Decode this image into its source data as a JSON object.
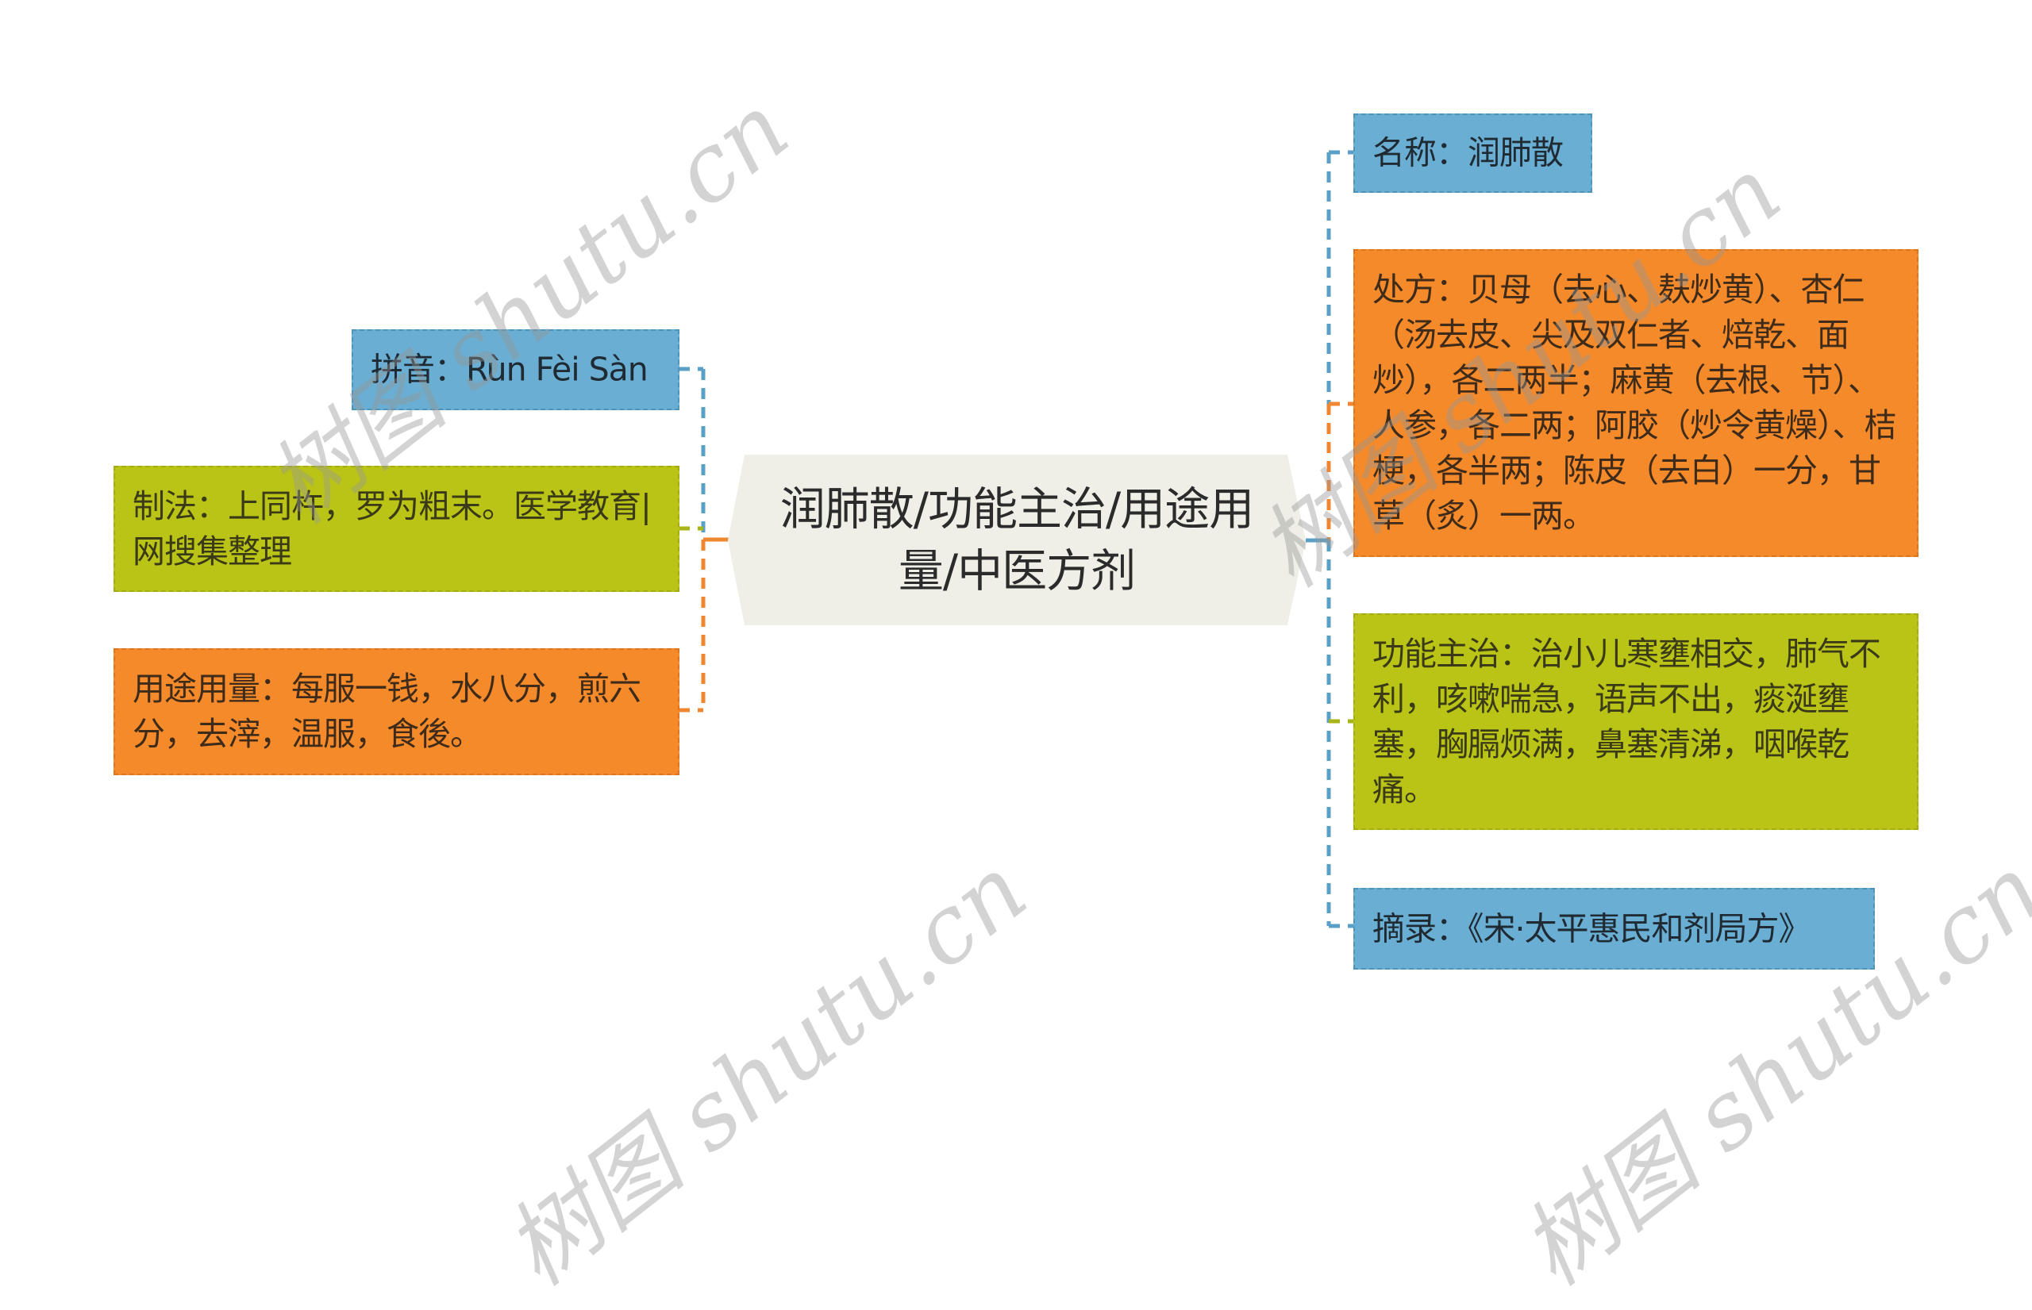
{
  "center": {
    "title": "润肺散/功能主治/用途用量/中医方剂",
    "line1": "润肺散/功能主治/用途用",
    "line2": "量/中医方剂",
    "fill": "#efefe7"
  },
  "left_nodes": [
    {
      "id": "pinyin",
      "text": "拼音：Rùn Fèi Sàn",
      "color": "blue"
    },
    {
      "id": "preparation",
      "text": "制法：上同杵，罗为粗末。医学教育|网搜集整理",
      "color": "green"
    },
    {
      "id": "usage_dosage",
      "text": "用途用量：每服一钱，水八分，煎六分，去滓，温服，食後。",
      "color": "orange"
    }
  ],
  "right_nodes": [
    {
      "id": "name",
      "text": "名称：润肺散",
      "color": "blue"
    },
    {
      "id": "prescription",
      "text": "处方：贝母（去心、麸炒黄）、杏仁（汤去皮、尖及双仁者、焙乾、面炒），各二两半；麻黄（去根、节）、人参，各二两；阿胶（炒令黄燥）、桔梗，各半两；陈皮（去白）一分，甘草（炙）一两。",
      "color": "orange"
    },
    {
      "id": "indications",
      "text": "功能主治：治小儿寒壅相交，肺气不利，咳嗽喘急，语声不出，痰涎壅塞，胸膈烦满，鼻塞清涕，咽喉乾痛。",
      "color": "green"
    },
    {
      "id": "source",
      "text": "摘录：《宋·太平惠民和剂局方》",
      "color": "blue"
    }
  ],
  "colors": {
    "blue": "#6aafd3",
    "green": "#bac416",
    "orange": "#f58a2b",
    "center": "#efefe7"
  },
  "watermark": {
    "text": "树图 shutu.cn"
  }
}
